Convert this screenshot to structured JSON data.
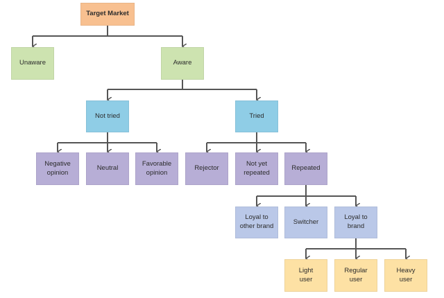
{
  "colors": {
    "orange": "#f8c090",
    "green": "#cde3b0",
    "blue": "#8fcde6",
    "purple": "#b7aed6",
    "lightblue": "#bac8e8",
    "yellow": "#fde1a4",
    "connector": "#555555"
  },
  "nodes": {
    "target_market": {
      "label": "Target Market"
    },
    "unaware": {
      "label": "Unaware"
    },
    "aware": {
      "label": "Aware"
    },
    "not_tried": {
      "label": "Not tried"
    },
    "tried": {
      "label": "Tried"
    },
    "negative_opinion": {
      "label": "Negative\nopinion"
    },
    "neutral": {
      "label": "Neutral"
    },
    "favorable_opinion": {
      "label": "Favorable\nopinion"
    },
    "rejector": {
      "label": "Rejector"
    },
    "not_yet_repeated": {
      "label": "Not yet\nrepeated"
    },
    "repeated": {
      "label": "Repeated"
    },
    "loyal_to_other_brand": {
      "label": "Loyal to\nother brand"
    },
    "switcher": {
      "label": "Switcher"
    },
    "loyal_to_brand": {
      "label": "Loyal to\nbrand"
    },
    "light_user": {
      "label": "Light\nuser"
    },
    "regular_user": {
      "label": "Regular\nuser"
    },
    "heavy_user": {
      "label": "Heavy\nuser"
    }
  }
}
